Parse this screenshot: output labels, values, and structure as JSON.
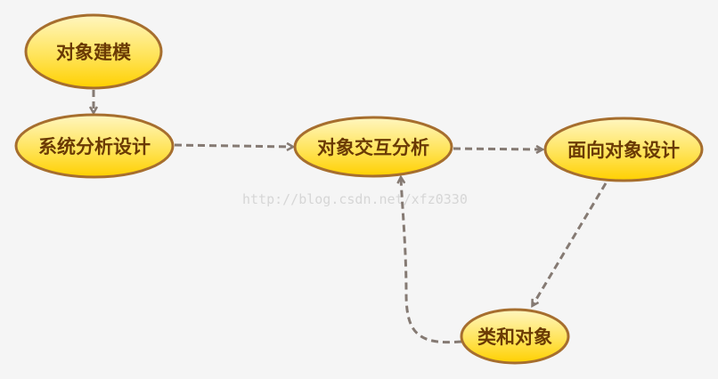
{
  "nodes": {
    "object_modeling": "对象建模",
    "system_analysis_design": "系统分析设计",
    "object_interaction_analysis": "对象交互分析",
    "object_oriented_design": "面向对象设计",
    "classes_and_objects": "类和对象"
  },
  "watermark": "http://blog.csdn.net/xfz0330",
  "colors": {
    "fill_top": "#fff3b0",
    "fill_bottom": "#ffd200",
    "stroke": "#a66e2e",
    "text": "#6a3a05",
    "edge": "#857a73"
  }
}
